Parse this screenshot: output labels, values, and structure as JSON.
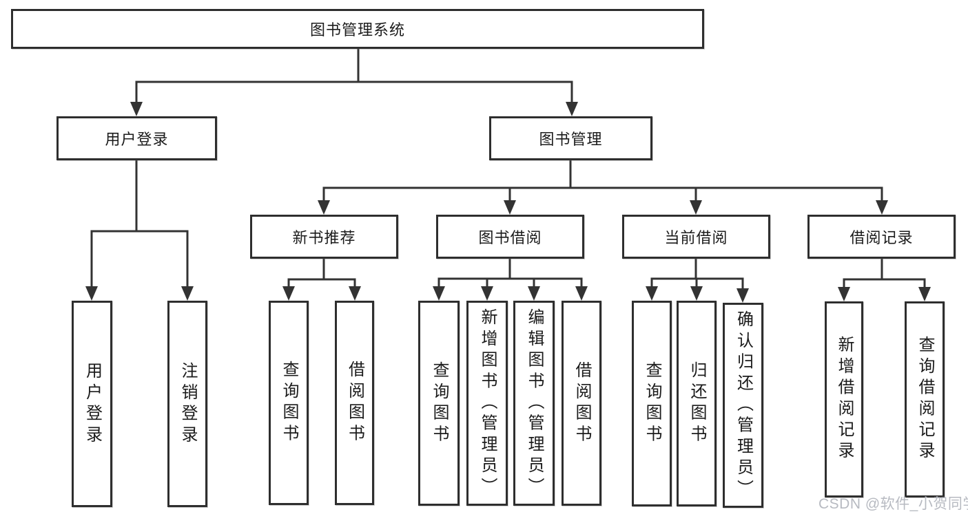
{
  "tree": {
    "root": {
      "label": "图书管理系统"
    },
    "branches": [
      {
        "label": "用户登录",
        "leaves": [
          {
            "label": "用户登录"
          },
          {
            "label": "注销登录"
          }
        ]
      },
      {
        "label": "图书管理",
        "groups": [
          {
            "label": "新书推荐",
            "leaves": [
              {
                "label": "查询图书"
              },
              {
                "label": "借阅图书"
              }
            ]
          },
          {
            "label": "图书借阅",
            "leaves": [
              {
                "label": "查询图书"
              },
              {
                "label": "新增图书（管理员）"
              },
              {
                "label": "编辑图书（管理员）"
              },
              {
                "label": "借阅图书"
              }
            ]
          },
          {
            "label": "当前借阅",
            "leaves": [
              {
                "label": "查询图书"
              },
              {
                "label": "归还图书"
              },
              {
                "label": "确认归还（管理员）"
              }
            ]
          },
          {
            "label": "借阅记录",
            "leaves": [
              {
                "label": "新增借阅记录"
              },
              {
                "label": "查询借阅记录"
              }
            ]
          }
        ]
      }
    ]
  },
  "watermark": "CSDN @软件_小贺同学",
  "colors": {
    "background": "#ffffff",
    "box_border": "#2e2e2e",
    "connector": "#333333",
    "text": "#1b1b1b",
    "watermark": "#b7bac1"
  }
}
